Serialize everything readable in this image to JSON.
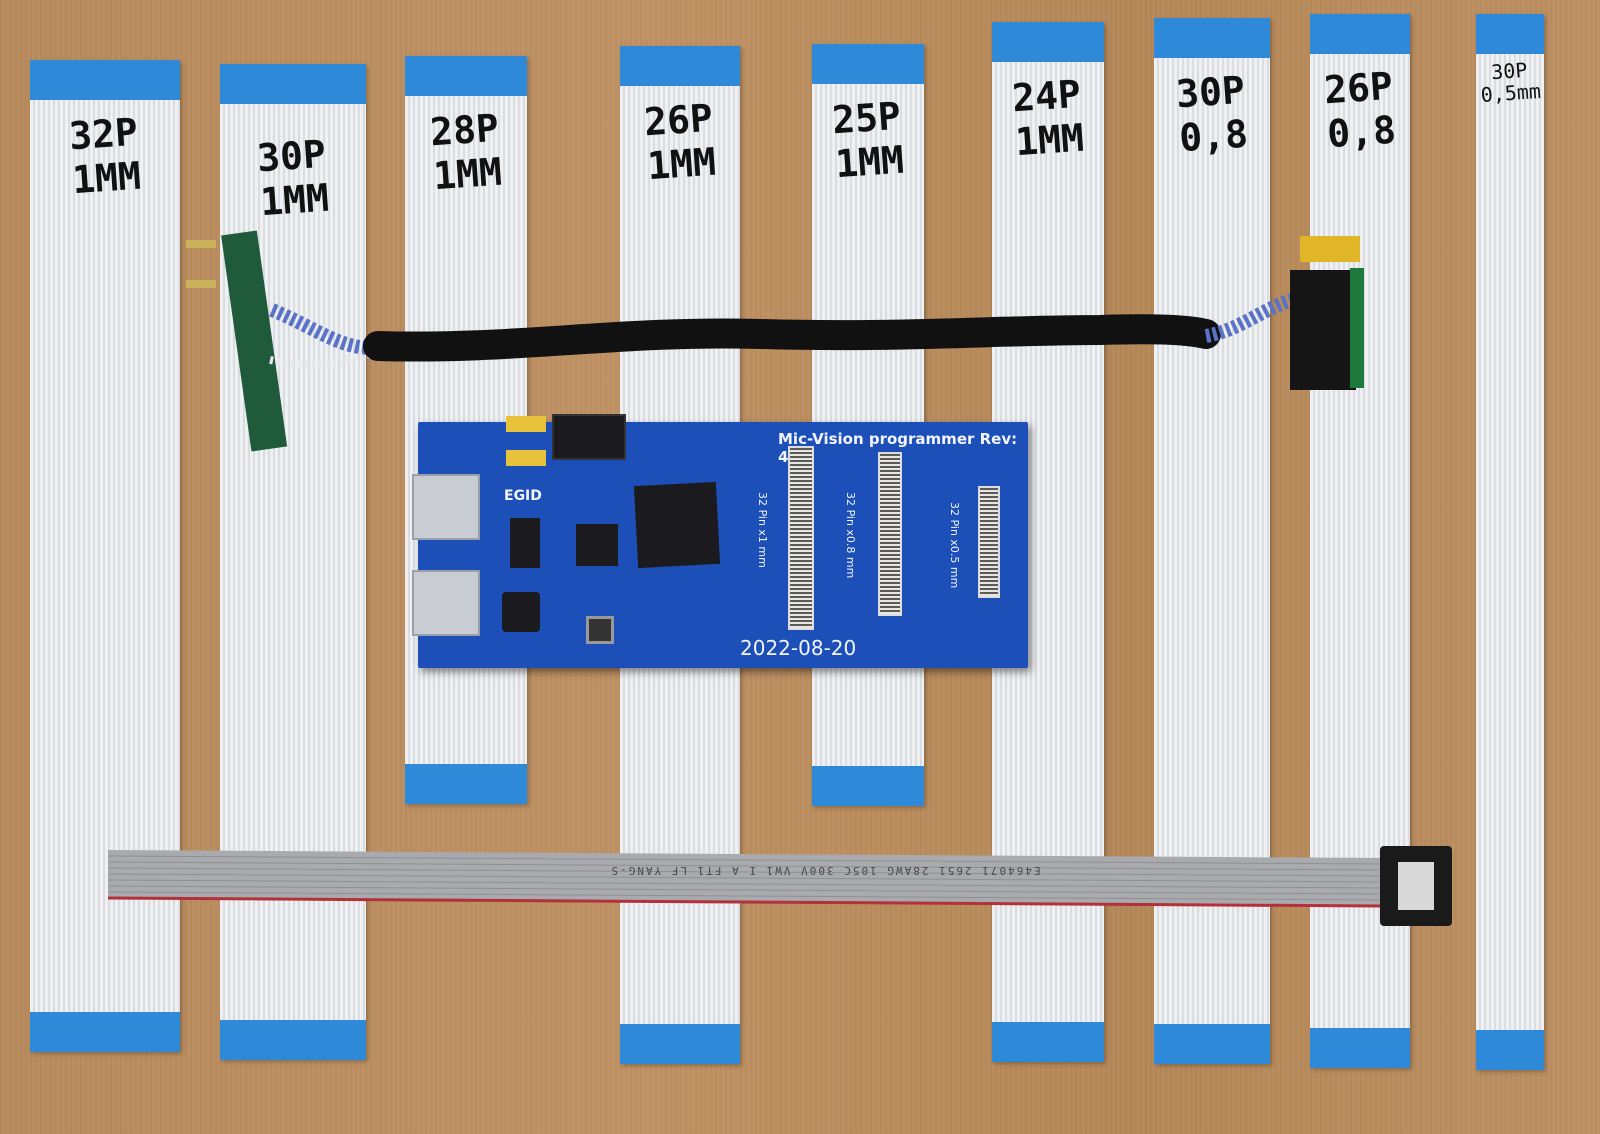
{
  "ribbons": [
    {
      "line1": "32P",
      "line2": "1MM"
    },
    {
      "line1": "30P",
      "line2": "1MM"
    },
    {
      "line1": "28P",
      "line2": "1MM"
    },
    {
      "line1": "26P",
      "line2": "1MM"
    },
    {
      "line1": "25P",
      "line2": "1MM"
    },
    {
      "line1": "24P",
      "line2": "1MM"
    },
    {
      "line1": "30P",
      "line2": "0,8"
    },
    {
      "line1": "26P",
      "line2": "0,8"
    },
    {
      "line1": "30P",
      "line2": "0,5mm"
    }
  ],
  "board": {
    "title": "Mic-Vision programmer Rev: 4.1",
    "date": "2022-08-20",
    "egid": "EGID",
    "connectors": [
      "32 Pin x1 mm",
      "32 Pin x0.8 mm",
      "32 Pin x0.5 mm"
    ],
    "color": "#1d4fb8"
  },
  "flat_cable_print": "E464071 2651 28AWG 105C 300V VW1 I A FT1 LF YANG-S",
  "colors": {
    "tab_blue": "#2e8ad8",
    "cardboard": "#b98b5e"
  }
}
